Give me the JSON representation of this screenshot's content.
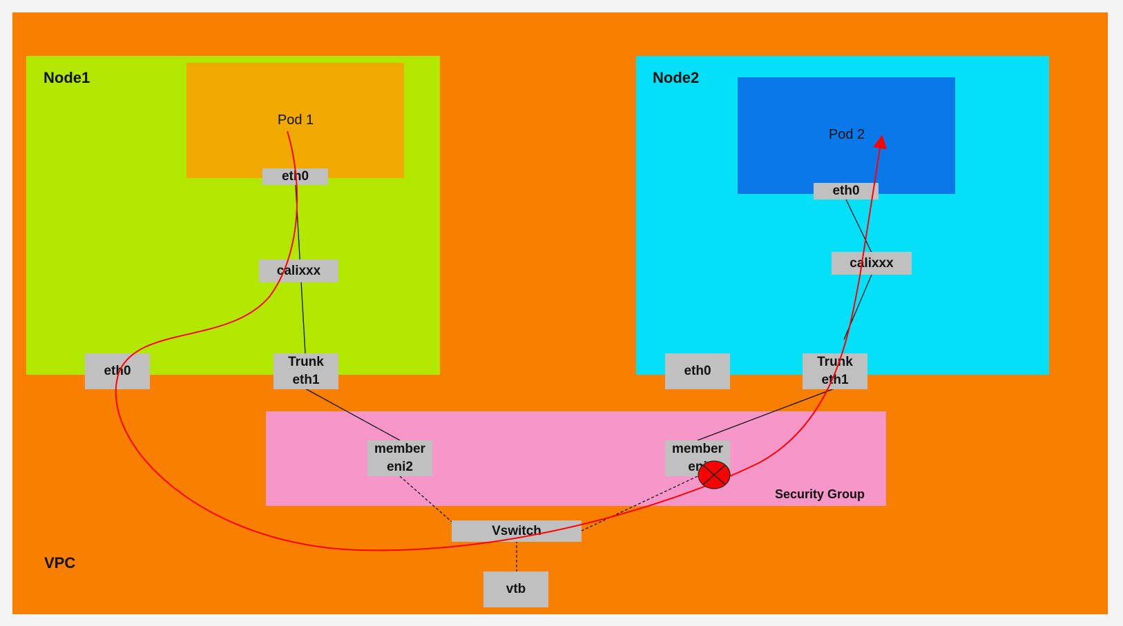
{
  "vpc": {
    "label": "VPC"
  },
  "node1": {
    "label": "Node1",
    "pod_label": "Pod 1",
    "pod_eth": "eth0",
    "cali": "calixxx",
    "eth0": "eth0",
    "trunk_line1": "Trunk",
    "trunk_line2": "eth1"
  },
  "node2": {
    "label": "Node2",
    "pod_label": "Pod 2",
    "pod_eth": "eth0",
    "cali": "calixxx",
    "eth0": "eth0",
    "trunk_line1": "Trunk",
    "trunk_line2": "eth1"
  },
  "security_group": {
    "label": "Security Group",
    "member_left_line1": "member",
    "member_left_line2": "eni2",
    "member_right_line1": "member",
    "member_right_line2": "eni"
  },
  "vswitch": "Vswitch",
  "vtb": "vtb",
  "colors": {
    "vpc": "#f97f00",
    "node1": "#b2e800",
    "node2": "#04e0f8",
    "pod1": "#f0a900",
    "pod2": "#0b78ea",
    "security_group": "#f796c9",
    "interface": "#c0c0c0",
    "traffic_path": "#ff0000"
  },
  "icons": {
    "blocked": "blocked-x-icon"
  }
}
